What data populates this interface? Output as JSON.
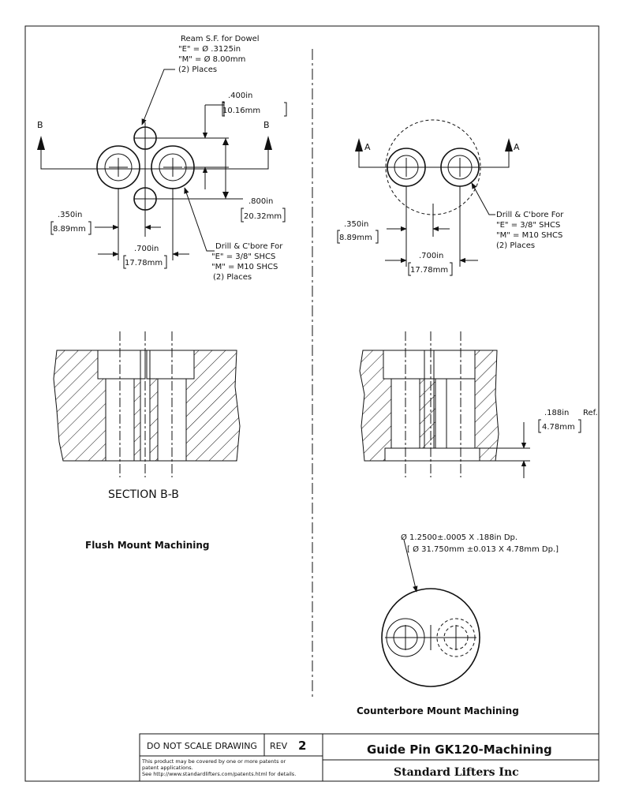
{
  "top_left": {
    "dowel_note": [
      "Ream S.F. for Dowel",
      "\"E\" = Ø .3125in",
      "\"M\" = Ø 8.00mm",
      "(2) Places"
    ],
    "section_letter_left": "B",
    "section_letter_right": "B",
    "dim_400_in": ".400in",
    "dim_400_mm": "10.16mm",
    "dim_800_in": ".800in",
    "dim_800_mm": "20.32mm",
    "dim_350_in": ".350in",
    "dim_350_mm": "8.89mm",
    "dim_700_in": ".700in",
    "dim_700_mm": "17.78mm",
    "cbore_note": [
      "Drill & C'bore For",
      "\"E\" = 3/8\" SHCS",
      "\"M\" = M10 SHCS",
      "(2) Places"
    ]
  },
  "top_right": {
    "section_letter_left": "A",
    "section_letter_right": "A",
    "dim_350_in": ".350in",
    "dim_350_mm": "8.89mm",
    "dim_700_in": ".700in",
    "dim_700_mm": "17.78mm",
    "cbore_note": [
      "Drill & C'bore For",
      "\"E\" = 3/8\" SHCS",
      "\"M\" = M10 SHCS",
      "(2) Places"
    ]
  },
  "section_bb_label": "SECTION B-B",
  "flush_label": "Flush Mount Machining",
  "right_section": {
    "dim_188_in": ".188in",
    "dim_ref": "Ref.",
    "dim_188_mm": "4.78mm"
  },
  "counterbore": {
    "note_line1": "Ø 1.2500±.0005 X .188in Dp.",
    "note_line2": "[ Ø 31.750mm ±0.013 X 4.78mm Dp.]",
    "label": "Counterbore Mount Machining"
  },
  "title_block": {
    "do_not_scale": "DO NOT SCALE DRAWING",
    "rev_label": "REV",
    "rev_value": "2",
    "patent_lines": [
      "This product may be covered by one or more patents or",
      "patent applications.",
      "See http://www.standardlifters.com/patents.html for details."
    ],
    "title": "Guide Pin GK120-Machining",
    "company": "Standard Lifters Inc"
  }
}
